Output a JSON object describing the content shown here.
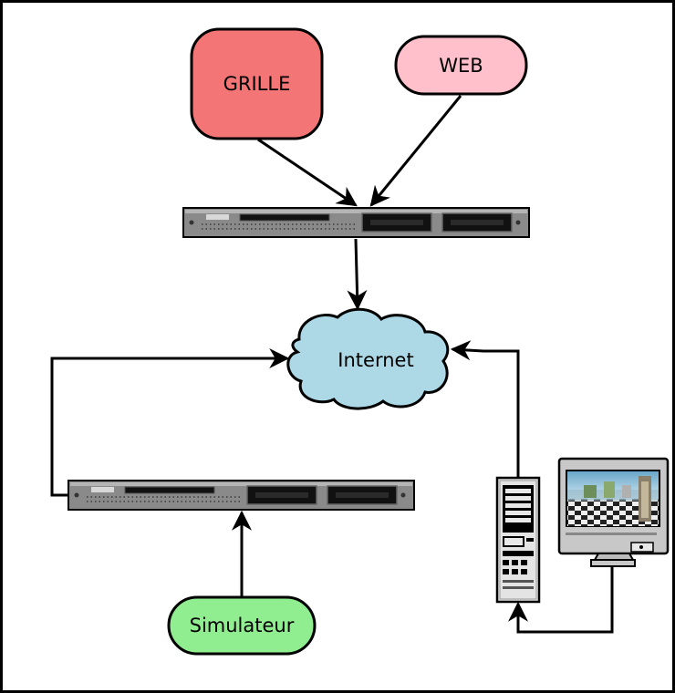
{
  "nodes": {
    "grille": {
      "label": "GRILLE",
      "color": "#f47575"
    },
    "web": {
      "label": "WEB",
      "color": "#ffc0cb"
    },
    "internet": {
      "label": "Internet",
      "color": "#add8e6"
    },
    "simulateur": {
      "label": "Simulateur",
      "color": "#90ee90"
    }
  },
  "devices": {
    "server_top": {
      "kind": "rack-server"
    },
    "server_bottom": {
      "kind": "rack-server"
    },
    "workstation": {
      "kind": "tower-pc"
    },
    "monitor": {
      "kind": "crt-monitor-3d-scene"
    }
  },
  "edges": [
    {
      "from": "grille",
      "to": "server_top"
    },
    {
      "from": "web",
      "to": "server_top"
    },
    {
      "from": "server_top",
      "to": "internet"
    },
    {
      "from": "server_bottom",
      "to": "internet"
    },
    {
      "from": "workstation",
      "to": "internet"
    },
    {
      "from": "simulateur",
      "to": "server_bottom"
    },
    {
      "from": "monitor",
      "to": "workstation"
    }
  ]
}
